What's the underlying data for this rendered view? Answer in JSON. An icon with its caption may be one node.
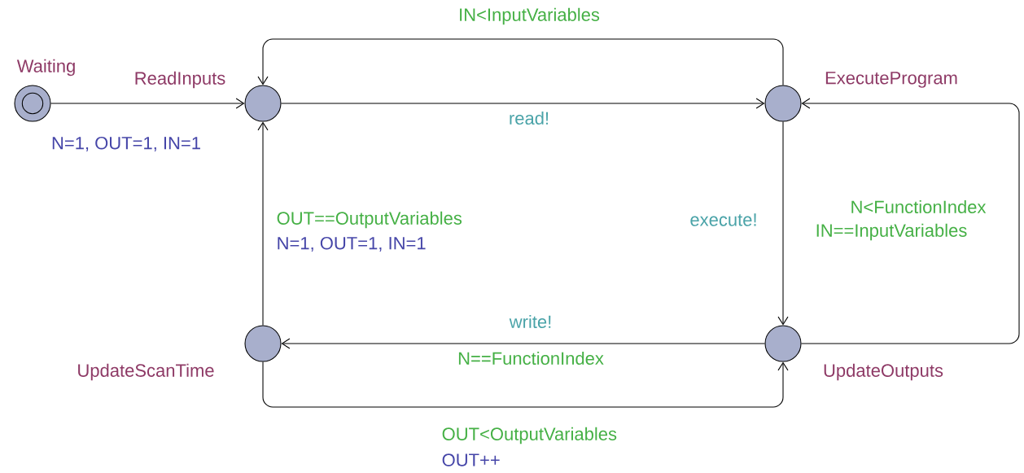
{
  "diagram": {
    "nodes": [
      {
        "text": [],
        "shape": "circle",
        "beside": [
          "Waiting"
        ]
      },
      {
        "text": [],
        "shape": "circle",
        "beside": [
          "ReadInputs"
        ]
      },
      {
        "text": [],
        "shape": "circle",
        "beside": [
          "ExecuteProgram"
        ]
      },
      {
        "text": [],
        "shape": "circle",
        "beside": [
          "UpdateOutputs"
        ]
      },
      {
        "text": [],
        "shape": "circle",
        "beside": [
          "UpdateScanTime"
        ]
      }
    ],
    "edges": [
      {
        "from": 0,
        "to": 1,
        "arrow": "to",
        "label": "N=1, OUT=1, IN=1"
      },
      {
        "from": 1,
        "to": 2,
        "arrow": "to",
        "label": "read!"
      },
      {
        "from": 2,
        "to": 1,
        "arrow": "to",
        "label": "IN<InputVariables"
      },
      {
        "from": 2,
        "to": 3,
        "arrow": "to",
        "label": "execute!"
      },
      {
        "from": 3,
        "to": 2,
        "arrow": "to",
        "label": "N<FunctionIndex"
      },
      {
        "from": 3,
        "to": 4,
        "arrow": "to",
        "label": "write!"
      },
      {
        "from": 4,
        "to": 3,
        "arrow": "to",
        "label": "OUT<OutputVariables"
      },
      {
        "from": 4,
        "to": 1,
        "arrow": "to",
        "label": "OUT==OutputVariables"
      }
    ],
    "labels": [
      "IN==InputVariables",
      "N=1, OUT=1, IN=1",
      "N==FunctionIndex",
      "OUT++"
    ]
  }
}
